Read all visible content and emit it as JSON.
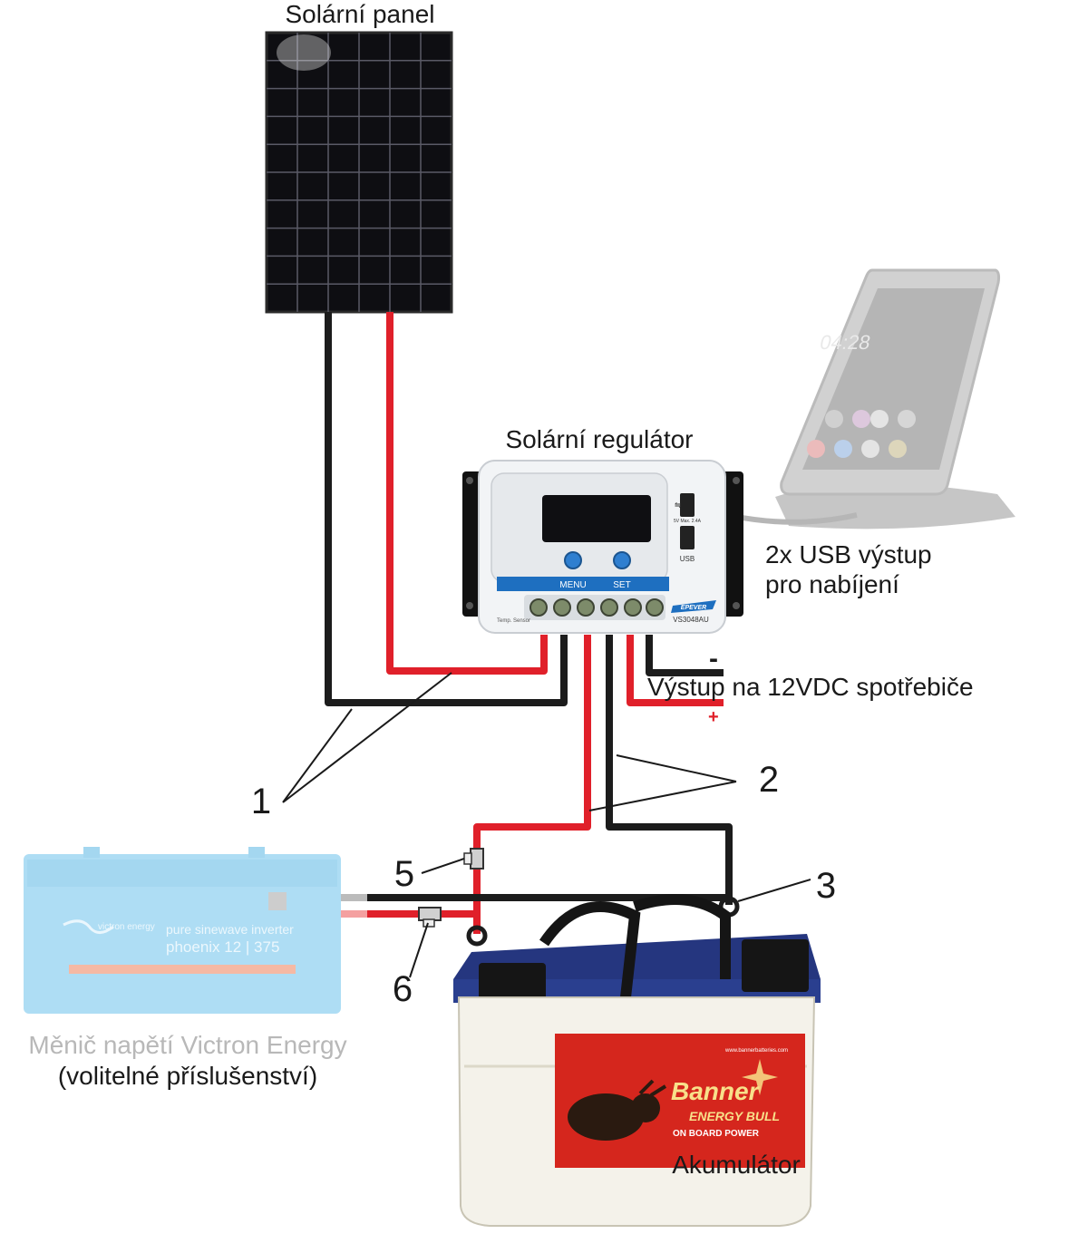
{
  "labels": {
    "solar_panel": "Solární panel",
    "controller": "Solární regulátor",
    "usb_line1": "2x USB výstup",
    "usb_line2": "pro nabíjení",
    "output": "Výstup na 12VDC spotřebiče",
    "minus": "-",
    "plus": "+",
    "inverter_line1": "Měnič napětí Victron Energy",
    "inverter_line2": "(volitelné příslušenství)",
    "battery": "Akumulátor"
  },
  "callouts": [
    "1",
    "2",
    "3",
    "5",
    "6"
  ],
  "controller_device": {
    "menu": "MENU",
    "set": "SET",
    "brand": "EPEVER",
    "model": "VS3048AU",
    "usb": "USB",
    "usb_rating": "5V Max. 2.4A",
    "temp_sensor": "Temp. Sensor"
  },
  "inverter_device": {
    "brand": "victron energy",
    "line1": "pure sinewave inverter",
    "line2": "phoenix 12 | 375"
  },
  "battery_device": {
    "brand": "Banner",
    "sub1": "ENERGY BULL",
    "sub2": "ON BOARD POWER",
    "url": "www.bannerbatteries.com"
  },
  "phone_device": {
    "time": "04:28"
  },
  "colors": {
    "wire_red": "#e0202a",
    "wire_black": "#1c1c1c",
    "inverter_blue": "#8fd0f0",
    "battery_blue": "#2a3f8f",
    "battery_label_red": "#d5261d",
    "controller_blue": "#1e6fc0"
  }
}
